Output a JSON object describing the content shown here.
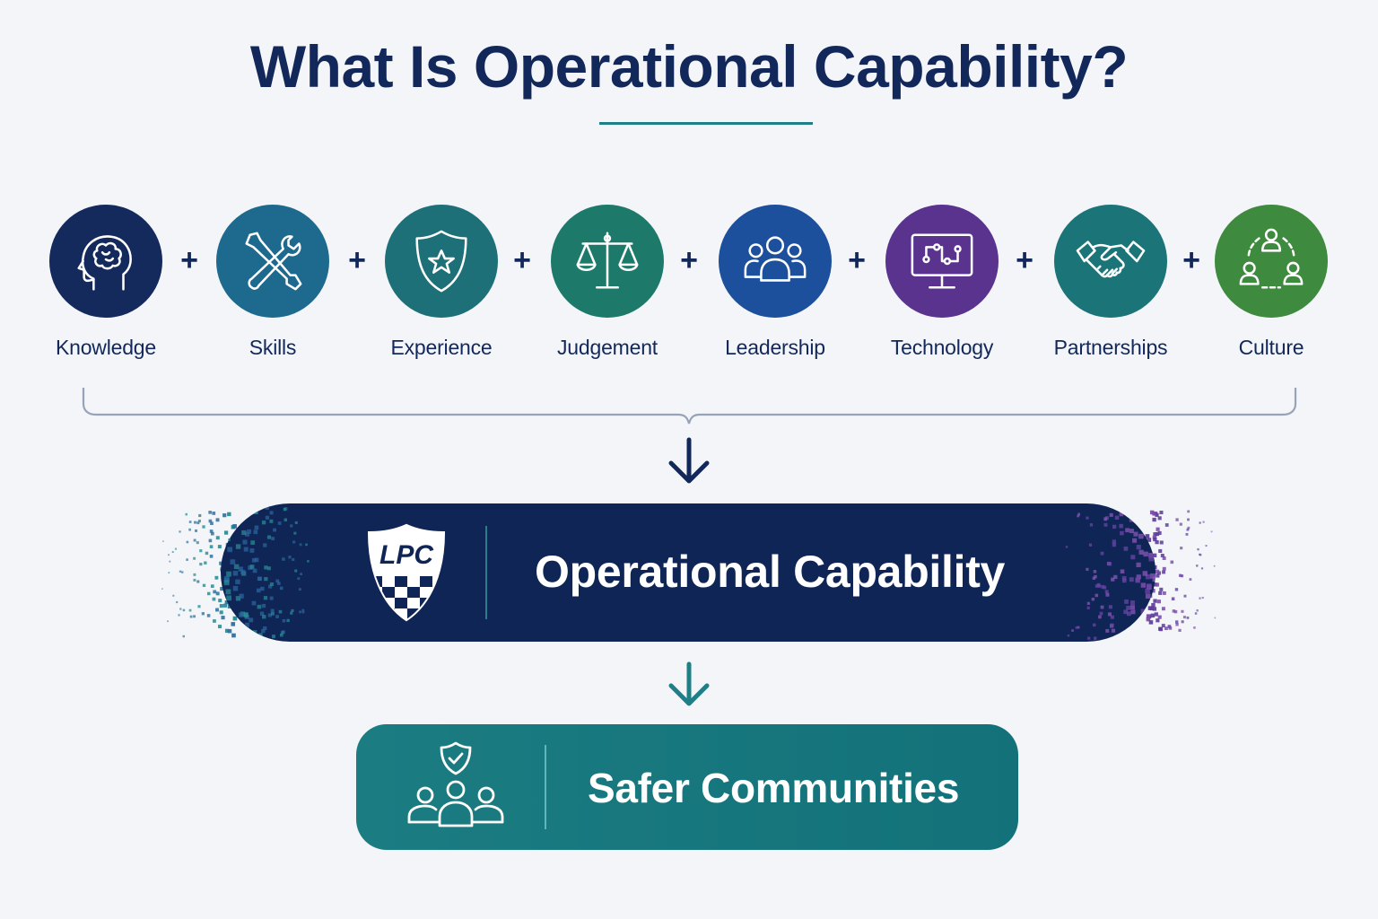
{
  "title": "What Is Operational Capability?",
  "components": [
    {
      "label": "Knowledge",
      "icon": "brain-head-icon",
      "color": "#142a5c"
    },
    {
      "label": "Skills",
      "icon": "tools-icon",
      "color": "#1e6a8e"
    },
    {
      "label": "Experience",
      "icon": "shield-star-icon",
      "color": "#1e7078"
    },
    {
      "label": "Judgement",
      "icon": "scales-icon",
      "color": "#1d7a6a"
    },
    {
      "label": "Leadership",
      "icon": "team-icon",
      "color": "#1c4f9c"
    },
    {
      "label": "Technology",
      "icon": "network-monitor-icon",
      "color": "#5a338e"
    },
    {
      "label": "Partnerships",
      "icon": "handshake-icon",
      "color": "#1b7478"
    },
    {
      "label": "Culture",
      "icon": "people-cycle-icon",
      "color": "#3e8a3e"
    }
  ],
  "operator": "+",
  "capability": {
    "logo_text": "LPC",
    "label": "Operational Capability",
    "color": "#0f2555"
  },
  "outcome": {
    "label": "Safer Communities",
    "icon": "community-shield-icon",
    "color": "#1b7c82"
  }
}
